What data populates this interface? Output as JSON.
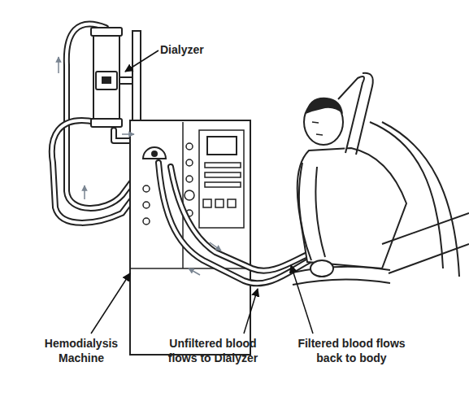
{
  "diagram": {
    "labels": [
      "Dialyzer",
      "Hemodialysis Machine",
      "Unfiltered blood flows to Dialyzer",
      "Filtered blood flows back to body"
    ]
  }
}
